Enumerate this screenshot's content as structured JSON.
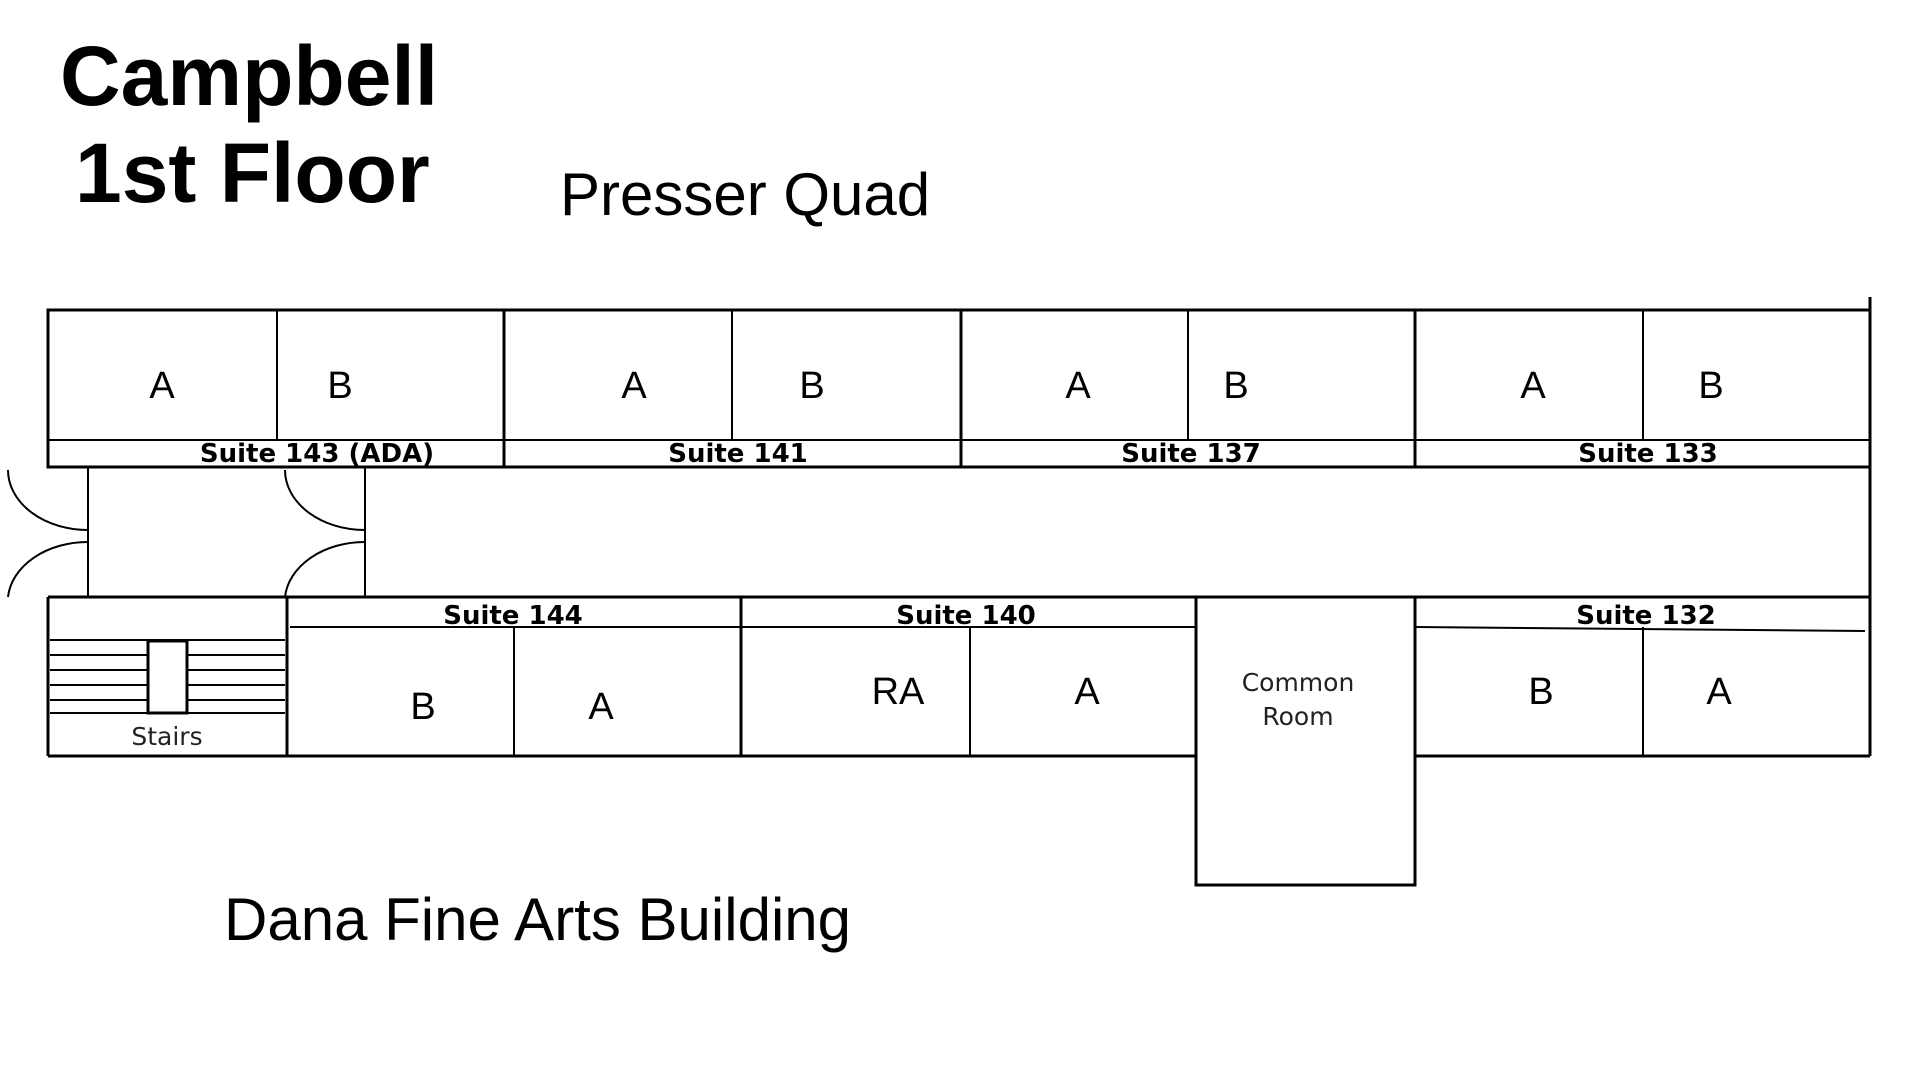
{
  "title": {
    "line1": "Campbell",
    "line2": "1st Floor"
  },
  "orientation": {
    "north": "Presser Quad",
    "south": "Dana Fine Arts Building"
  },
  "north_suites": [
    {
      "name": "Suite 143 (ADA)",
      "rooms": [
        "A",
        "B"
      ]
    },
    {
      "name": "Suite 141",
      "rooms": [
        "A",
        "B"
      ]
    },
    {
      "name": "Suite 137",
      "rooms": [
        "A",
        "B"
      ]
    },
    {
      "name": "Suite 133",
      "rooms": [
        "A",
        "B"
      ]
    }
  ],
  "south_suites": [
    {
      "name": "Suite 144",
      "rooms": [
        "B",
        "A"
      ]
    },
    {
      "name": "Suite 140",
      "rooms": [
        "RA",
        "A"
      ]
    },
    {
      "name": "Suite 132",
      "rooms": [
        "B",
        "A"
      ]
    }
  ],
  "stairs_label": "Stairs",
  "common_room": {
    "line1": "Common",
    "line2": "Room"
  },
  "colors": {
    "line": "#000000",
    "background": "#ffffff"
  }
}
